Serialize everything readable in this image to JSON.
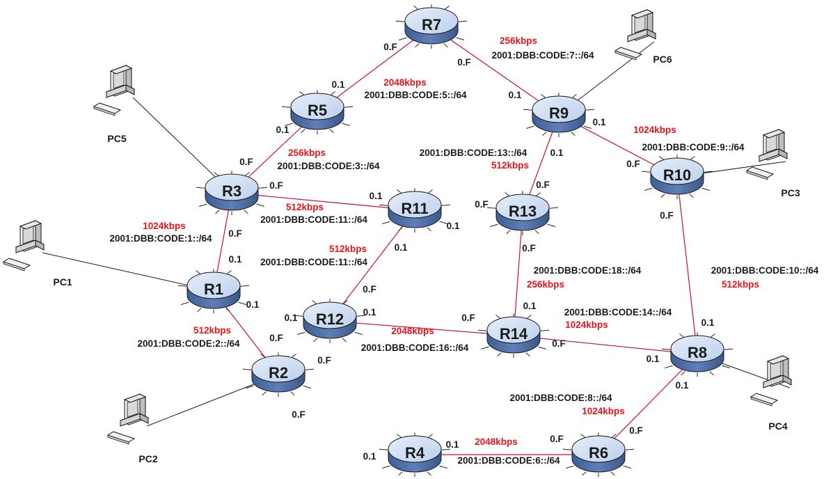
{
  "routers": [
    {
      "id": "R1",
      "label": "R1"
    },
    {
      "id": "R2",
      "label": "R2"
    },
    {
      "id": "R3",
      "label": "R3"
    },
    {
      "id": "R4",
      "label": "R4"
    },
    {
      "id": "R5",
      "label": "R5"
    },
    {
      "id": "R6",
      "label": "R6"
    },
    {
      "id": "R7",
      "label": "R7"
    },
    {
      "id": "R8",
      "label": "R8"
    },
    {
      "id": "R9",
      "label": "R9"
    },
    {
      "id": "R10",
      "label": "R10"
    },
    {
      "id": "R11",
      "label": "R11"
    },
    {
      "id": "R12",
      "label": "R12"
    },
    {
      "id": "R13",
      "label": "R13"
    },
    {
      "id": "R14",
      "label": "R14"
    }
  ],
  "pcs": [
    {
      "id": "PC1",
      "label": "PC1"
    },
    {
      "id": "PC2",
      "label": "PC2"
    },
    {
      "id": "PC3",
      "label": "PC3"
    },
    {
      "id": "PC4",
      "label": "PC4"
    },
    {
      "id": "PC5",
      "label": "PC5"
    },
    {
      "id": "PC6",
      "label": "PC6"
    }
  ],
  "links": [
    {
      "id": "r7-r5",
      "a": "R7",
      "b": "R5",
      "bandwidth": "2048kbps",
      "prefix": "2001:DBB:CODE:5::/64"
    },
    {
      "id": "r7-r9",
      "a": "R7",
      "b": "R9",
      "bandwidth": "256kbps",
      "prefix": "2001:DBB:CODE:7::/64"
    },
    {
      "id": "r5-r3",
      "a": "R5",
      "b": "R3",
      "bandwidth": "256kbps",
      "prefix": "2001:DBB:CODE:3::/64"
    },
    {
      "id": "r3-r11",
      "a": "R3",
      "b": "R11",
      "bandwidth": "512kbps",
      "prefix": "2001:DBB:CODE:11::/64"
    },
    {
      "id": "r3-r1",
      "a": "R3",
      "b": "R1",
      "bandwidth": "1024kbps",
      "prefix": "2001:DBB:CODE:1::/64"
    },
    {
      "id": "r1-r2",
      "a": "R1",
      "b": "R2",
      "bandwidth": "512kbps",
      "prefix": "2001:DBB:CODE:2::/64"
    },
    {
      "id": "r11-r12",
      "a": "R11",
      "b": "R12",
      "bandwidth": "512kbps",
      "prefix": "2001:DBB:CODE:11::/64"
    },
    {
      "id": "r12-r14",
      "a": "R12",
      "b": "R14",
      "bandwidth": "2048kbps",
      "prefix": "2001:DBB:CODE:16::/64"
    },
    {
      "id": "r9-r13",
      "a": "R9",
      "b": "R13",
      "bandwidth": "512kbps",
      "prefix": "2001:DBB:CODE:13::/64"
    },
    {
      "id": "r9-r10",
      "a": "R9",
      "b": "R10",
      "bandwidth": "1024kbps",
      "prefix": "2001:DBB:CODE:9::/64"
    },
    {
      "id": "r13-r14",
      "a": "R13",
      "b": "R14",
      "bandwidth": "256kbps",
      "prefix": "2001:DBB:CODE:18::/64"
    },
    {
      "id": "r14-r8",
      "a": "R14",
      "b": "R8",
      "bandwidth": "1024kbps",
      "prefix": "2001:DBB:CODE:14::/64"
    },
    {
      "id": "r10-r8",
      "a": "R10",
      "b": "R8",
      "bandwidth": "512kbps",
      "prefix": "2001:DBB:CODE:10::/64"
    },
    {
      "id": "r8-r6",
      "a": "R8",
      "b": "R6",
      "bandwidth": "1024kbps",
      "prefix": "2001:DBB:CODE:8::/64"
    },
    {
      "id": "r4-r6",
      "a": "R4",
      "b": "R6",
      "bandwidth": "2048kbps",
      "prefix": "2001:DBB:CODE:6::/64"
    }
  ],
  "pc_links": [
    {
      "pc": "PC1",
      "router": "R1"
    },
    {
      "pc": "PC2",
      "router": "R2"
    },
    {
      "pc": "PC3",
      "router": "R10"
    },
    {
      "pc": "PC4",
      "router": "R8"
    },
    {
      "pc": "PC5",
      "router": "R3"
    },
    {
      "pc": "PC6",
      "router": "R9"
    }
  ],
  "interface_labels": [
    {
      "id": "r7-f-left",
      "text": "0.F"
    },
    {
      "id": "r7-f-right",
      "text": "0.F"
    },
    {
      "id": "r5-1-top",
      "text": "0.1"
    },
    {
      "id": "r5-1-left",
      "text": "0.1"
    },
    {
      "id": "r9-1-left",
      "text": "0.1"
    },
    {
      "id": "r9-1-right",
      "text": "0.1"
    },
    {
      "id": "r9-1-bottom",
      "text": "0.1"
    },
    {
      "id": "r10-f-left",
      "text": "0.F"
    },
    {
      "id": "r10-f-bottom",
      "text": "0.F"
    },
    {
      "id": "r3-f-top",
      "text": "0.F"
    },
    {
      "id": "r3-f-right",
      "text": "0.F"
    },
    {
      "id": "r3-f-bottom",
      "text": "0.F"
    },
    {
      "id": "r11-1-left",
      "text": "0.1"
    },
    {
      "id": "r11-1-right",
      "text": "0.1"
    },
    {
      "id": "r11-1-bottom",
      "text": "0.1"
    },
    {
      "id": "r13-f-left",
      "text": "0.F"
    },
    {
      "id": "r13-f-top",
      "text": "0.F"
    },
    {
      "id": "r13-f-bottom",
      "text": "0.F"
    },
    {
      "id": "r1-1-top",
      "text": "0.1"
    },
    {
      "id": "r1-1-right",
      "text": "0.1"
    },
    {
      "id": "r12-f-top",
      "text": "0.F"
    },
    {
      "id": "r12-1-left",
      "text": "0.1"
    },
    {
      "id": "r12-1-right",
      "text": "0.1"
    },
    {
      "id": "r14-f-left",
      "text": "0.F"
    },
    {
      "id": "r14-1-top",
      "text": "0.1"
    },
    {
      "id": "r14-f-right",
      "text": "0.F"
    },
    {
      "id": "r8-1-top",
      "text": "0.1"
    },
    {
      "id": "r8-1-left",
      "text": "0.1"
    },
    {
      "id": "r8-1-bottom",
      "text": "0.1"
    },
    {
      "id": "r2-f-top",
      "text": "0.F"
    },
    {
      "id": "r2-f-right",
      "text": "0.F"
    },
    {
      "id": "r2-f-bottom",
      "text": "0.F"
    },
    {
      "id": "r4-1-left",
      "text": "0.1"
    },
    {
      "id": "r4-1-right",
      "text": "0.1"
    },
    {
      "id": "r6-f-left",
      "text": "0.F"
    },
    {
      "id": "r6-f-right",
      "text": "0.F"
    }
  ],
  "colors": {
    "router_fill_top": "#bcd0ec",
    "router_fill_side": "#5e7fb7",
    "router_outline": "#1a1a1a",
    "link_wan": "#c8102e",
    "link_lan": "#1a1a1a",
    "bandwidth_text": "#e8141c",
    "prefix_text": "#1a1a1a"
  }
}
